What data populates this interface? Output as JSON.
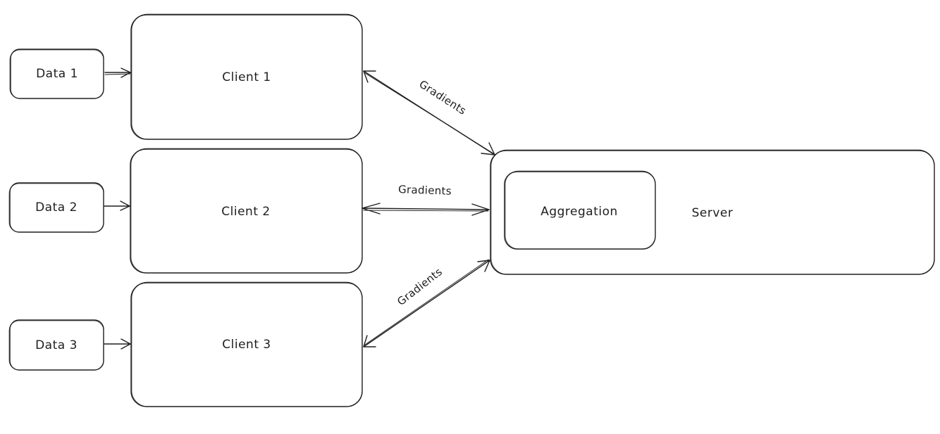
{
  "data_nodes": [
    {
      "label": "Data 1"
    },
    {
      "label": "Data 2"
    },
    {
      "label": "Data 3"
    }
  ],
  "clients": [
    {
      "label": "Client 1"
    },
    {
      "label": "Client 2"
    },
    {
      "label": "Client 3"
    }
  ],
  "server": {
    "label": "Server",
    "aggregation_label": "Aggregation"
  },
  "edges": {
    "gradients_1": "Gradients",
    "gradients_2": "Gradients",
    "gradients_3": "Gradients"
  }
}
